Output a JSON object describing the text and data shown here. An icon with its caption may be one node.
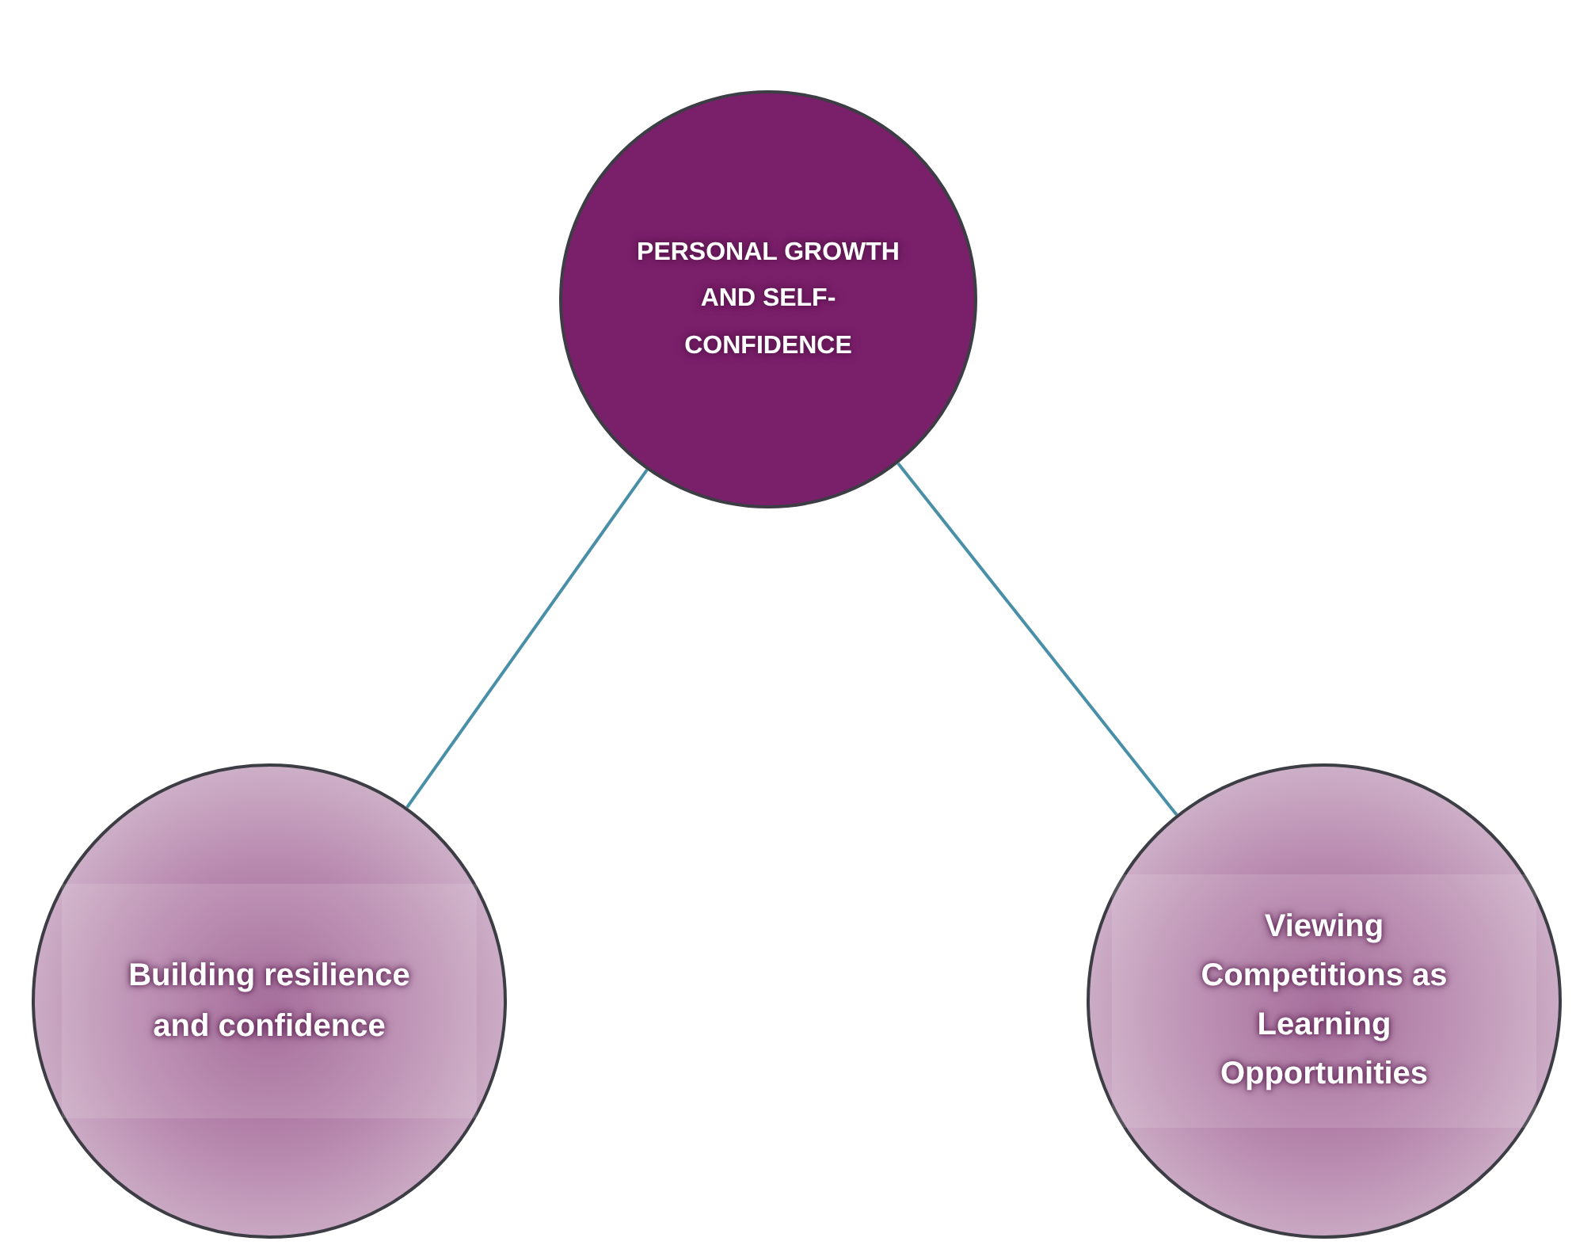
{
  "diagram": {
    "nodes": [
      {
        "text": [
          "PERSONAL GROWTH AND SELF-CONFIDENCE"
        ]
      },
      {
        "text": [
          "Building resilience and confidence"
        ]
      },
      {
        "text": [
          "Viewing Competitions as Learning Opportunities"
        ]
      }
    ],
    "edges": [
      {
        "from": 0,
        "to": 1,
        "arrow": "none"
      },
      {
        "from": 0,
        "to": 2,
        "arrow": "none"
      }
    ]
  }
}
